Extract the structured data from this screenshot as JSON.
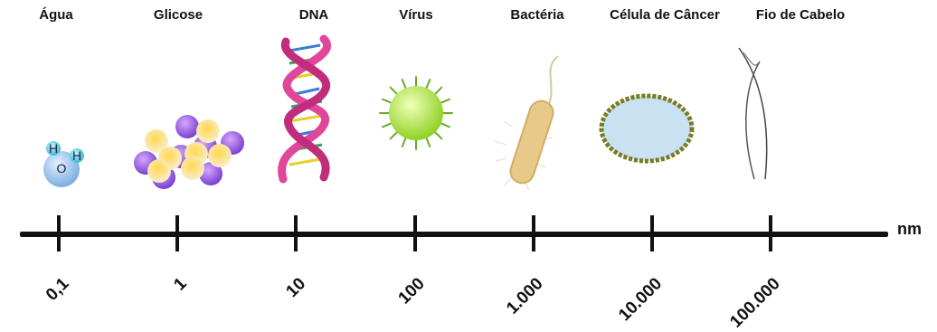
{
  "labels": {
    "water": "Água",
    "glucose": "Glicose",
    "dna": "DNA",
    "virus": "Vírus",
    "bacteria": "Bactéria",
    "cancer_cell": "Célula de Câncer",
    "hair": "Fio de Cabelo"
  },
  "molecule_atoms": {
    "h1": "H",
    "o": "O",
    "h2": "H"
  },
  "scale": {
    "unit": "nm",
    "ticks": [
      "0,1",
      "1",
      "10",
      "100",
      "1.000",
      "10.000",
      "100.000"
    ]
  },
  "colors": {
    "axis": "#111111",
    "virus": "#c6f25a",
    "dna_strand": "#e0479a",
    "cell_membrane": "#7a7a22",
    "cell_body": "#c9e2f2"
  }
}
